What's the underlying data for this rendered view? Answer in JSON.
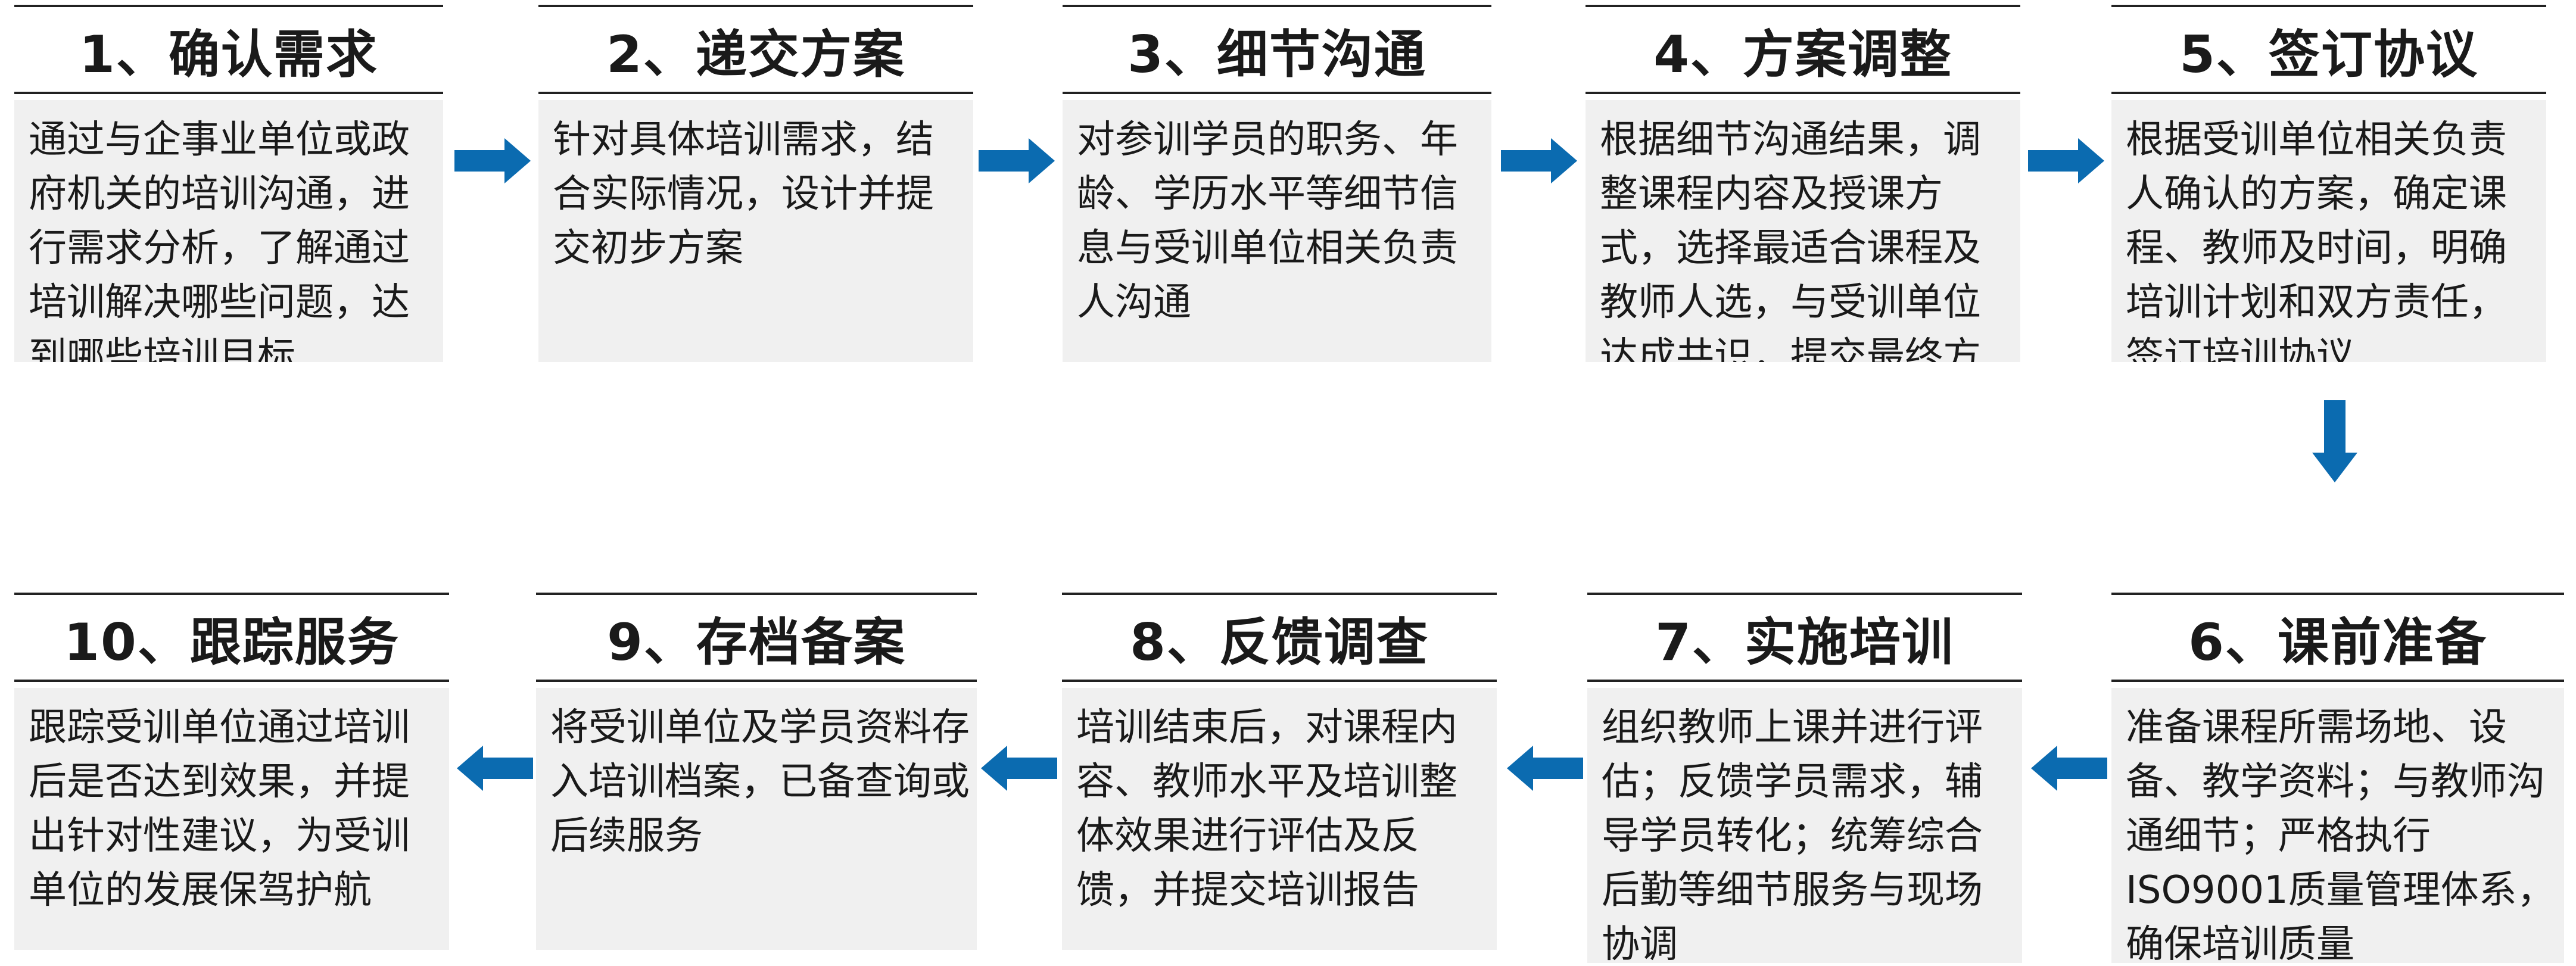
{
  "colors": {
    "arrow": "#0b6bb0",
    "box_bg": "#f0f0f0",
    "rule": "#222222"
  },
  "steps": [
    {
      "title": "1、确认需求",
      "desc": "通过与企事业单位或政府机关的培训沟通，进行需求分析，了解通过培训解决哪些问题，达到哪些培训目标"
    },
    {
      "title": "2、递交方案",
      "desc": "针对具体培训需求，结合实际情况，设计并提交初步方案"
    },
    {
      "title": "3、细节沟通",
      "desc": "对参训学员的职务、年龄、学历水平等细节信息与受训单位相关负责人沟通"
    },
    {
      "title": "4、方案调整",
      "desc": "根据细节沟通结果，调整课程内容及授课方式，选择最适合课程及教师人选，与受训单位达成共识，提交最终方案"
    },
    {
      "title": "5、签订协议",
      "desc": "根据受训单位相关负责人确认的方案，确定课程、教师及时间，明确培训计划和双方责任，签订培训协议"
    },
    {
      "title": "6、课前准备",
      "desc": "准备课程所需场地、设备、教学资料；与教师沟通细节；严格执行ISO9001质量管理体系，确保培训质量"
    },
    {
      "title": "7、实施培训",
      "desc": "组织教师上课并进行评估；反馈学员需求，辅导学员转化；统筹综合后勤等细节服务与现场协调"
    },
    {
      "title": "8、反馈调查",
      "desc": "培训结束后，对课程内容、教师水平及培训整体效果进行评估及反馈，并提交培训报告"
    },
    {
      "title": "9、存档备案",
      "desc": "将受训单位及学员资料存入培训档案，已备查询或后续服务"
    },
    {
      "title": "10、跟踪服务",
      "desc": "跟踪受训单位通过培训后是否达到效果，并提出针对性建议，为受训单位的发展保驾护航"
    }
  ]
}
